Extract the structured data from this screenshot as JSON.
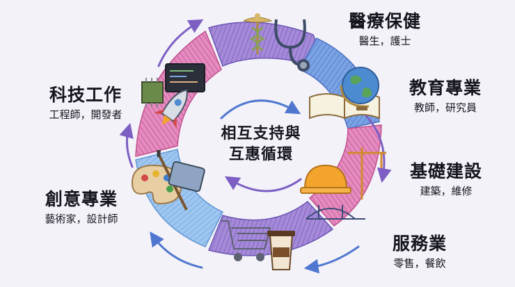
{
  "center": {
    "line1": "相互支持與",
    "line2": "互惠循環"
  },
  "sectors": [
    {
      "key": "healthcare",
      "title": "醫療保健",
      "sub": "醫生，護士"
    },
    {
      "key": "education",
      "title": "教育專業",
      "sub": "教師，研究員"
    },
    {
      "key": "infrastructure",
      "title": "基礎建設",
      "sub": "建築，維修"
    },
    {
      "key": "service",
      "title": "服務業",
      "sub": "零售，餐飲"
    },
    {
      "key": "creative",
      "title": "創意專業",
      "sub": "藝術家，設計師"
    },
    {
      "key": "tech",
      "title": "科技工作",
      "sub": "工程師，開發者"
    }
  ],
  "icons": [
    "caduceus-icon",
    "stethoscope-icon",
    "globe-icon",
    "book-icon",
    "hard-hat-icon",
    "crane-icon",
    "bridge-icon",
    "shopping-cart-icon",
    "coffee-cup-icon",
    "palette-icon",
    "paintbrush-icon",
    "tablet-icon",
    "chip-icon",
    "code-window-icon",
    "rocket-icon"
  ],
  "colors": {
    "blue": "#5b86d6",
    "purple": "#8d6cc9",
    "pink": "#d864a6",
    "lightblue": "#7fb1e6",
    "ink": "#15151f"
  }
}
